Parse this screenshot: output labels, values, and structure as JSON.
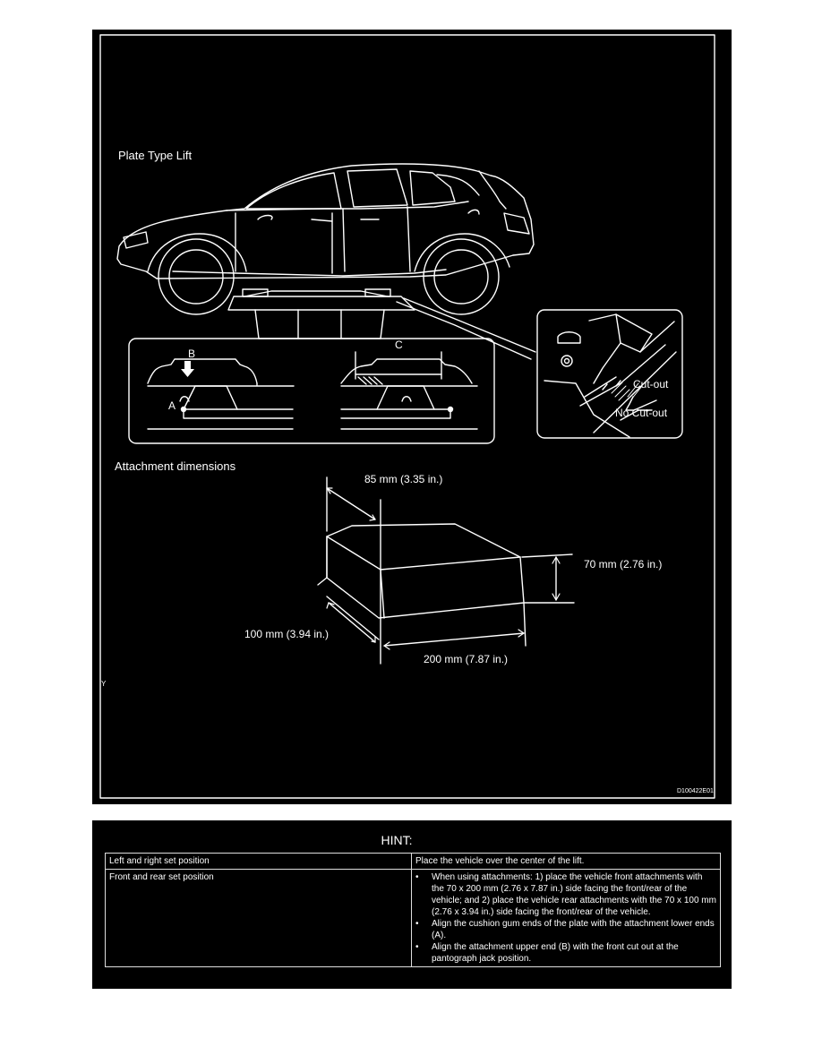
{
  "figure": {
    "title": "Plate Type Lift",
    "callout_b": "B",
    "callout_a": "A",
    "callout_c": "C",
    "cut_out": "Cut-out",
    "no_cut_out": "No Cut-out",
    "attachment_title": "Attachment dimensions",
    "dim_85": "85 mm (3.35 in.)",
    "dim_70": "70 mm (2.76 in.)",
    "dim_100": "100 mm (3.94 in.)",
    "dim_200": "200 mm (7.87 in.)",
    "marker_y": "Y",
    "figure_code": "D100422E01"
  },
  "hint": {
    "title": "HINT:",
    "rows": [
      {
        "label": "Left and right set position",
        "value": "Place the vehicle over the center of the lift."
      },
      {
        "label": "Front and rear set position",
        "bullets": [
          "When using attachments: 1) place the vehicle front attachments with the 70 x 200 mm (2.76 x 7.87 in.) side facing the front/rear of the vehicle; and 2) place the vehicle rear attachments with the 70 x 100 mm (2.76 x 3.94 in.) side facing the front/rear of the vehicle.",
          "Align the cushion gum ends of the plate with the attachment lower ends (A).",
          "Align the attachment upper end (B) with the front cut out at the pantograph jack position."
        ]
      }
    ]
  }
}
